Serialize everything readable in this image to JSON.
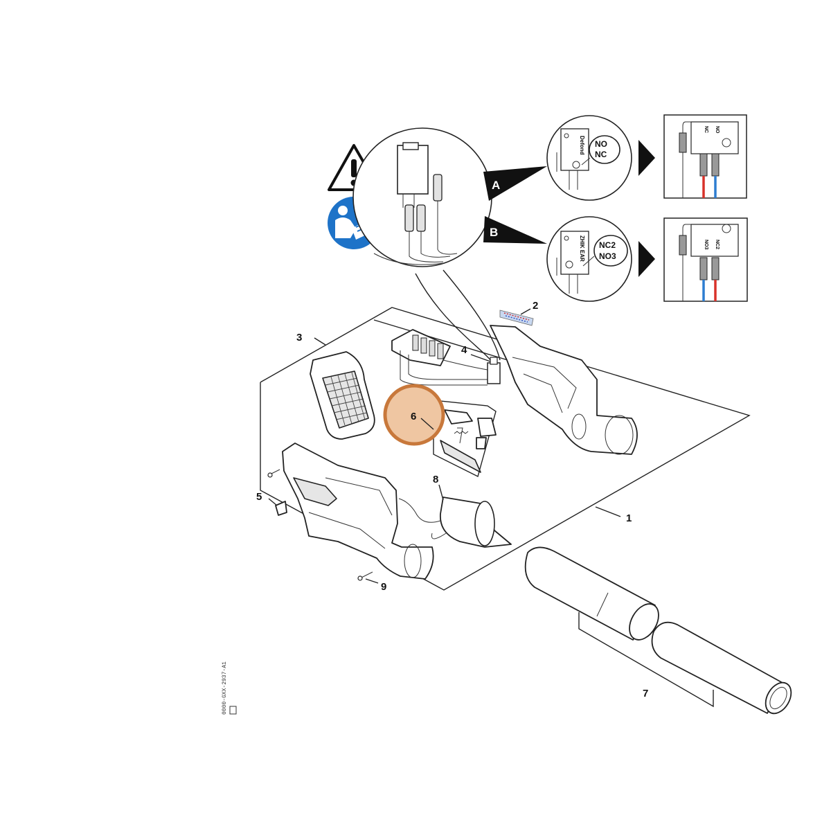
{
  "diagram": {
    "callouts": {
      "c1": "1",
      "c2": "2",
      "c3": "3",
      "c4": "4",
      "c5": "5",
      "c6": "6",
      "c7": "7",
      "c8": "8",
      "c9": "9"
    },
    "variants": {
      "a": {
        "label": "A",
        "terminal_top": "NO",
        "terminal_bottom": "NC",
        "switch_brand": "Defond",
        "wire_left": "NC",
        "wire_right": "NO"
      },
      "b": {
        "label": "B",
        "terminal_top": "NC2",
        "terminal_bottom": "NO3",
        "switch_brand": "ZHIK EAR",
        "wire_left": "NO3",
        "wire_right": "NC2"
      }
    },
    "colors": {
      "highlight_fill": "#EFC6A2",
      "highlight_stroke": "#C8783B",
      "manual_icon_blue": "#1E73C8",
      "wire_red": "#D8322A",
      "wire_blue": "#2E7DD1"
    },
    "icons": [
      "warning-triangle-icon",
      "read-manual-icon"
    ],
    "figure_code": "0000-GXX-2937-A1"
  }
}
